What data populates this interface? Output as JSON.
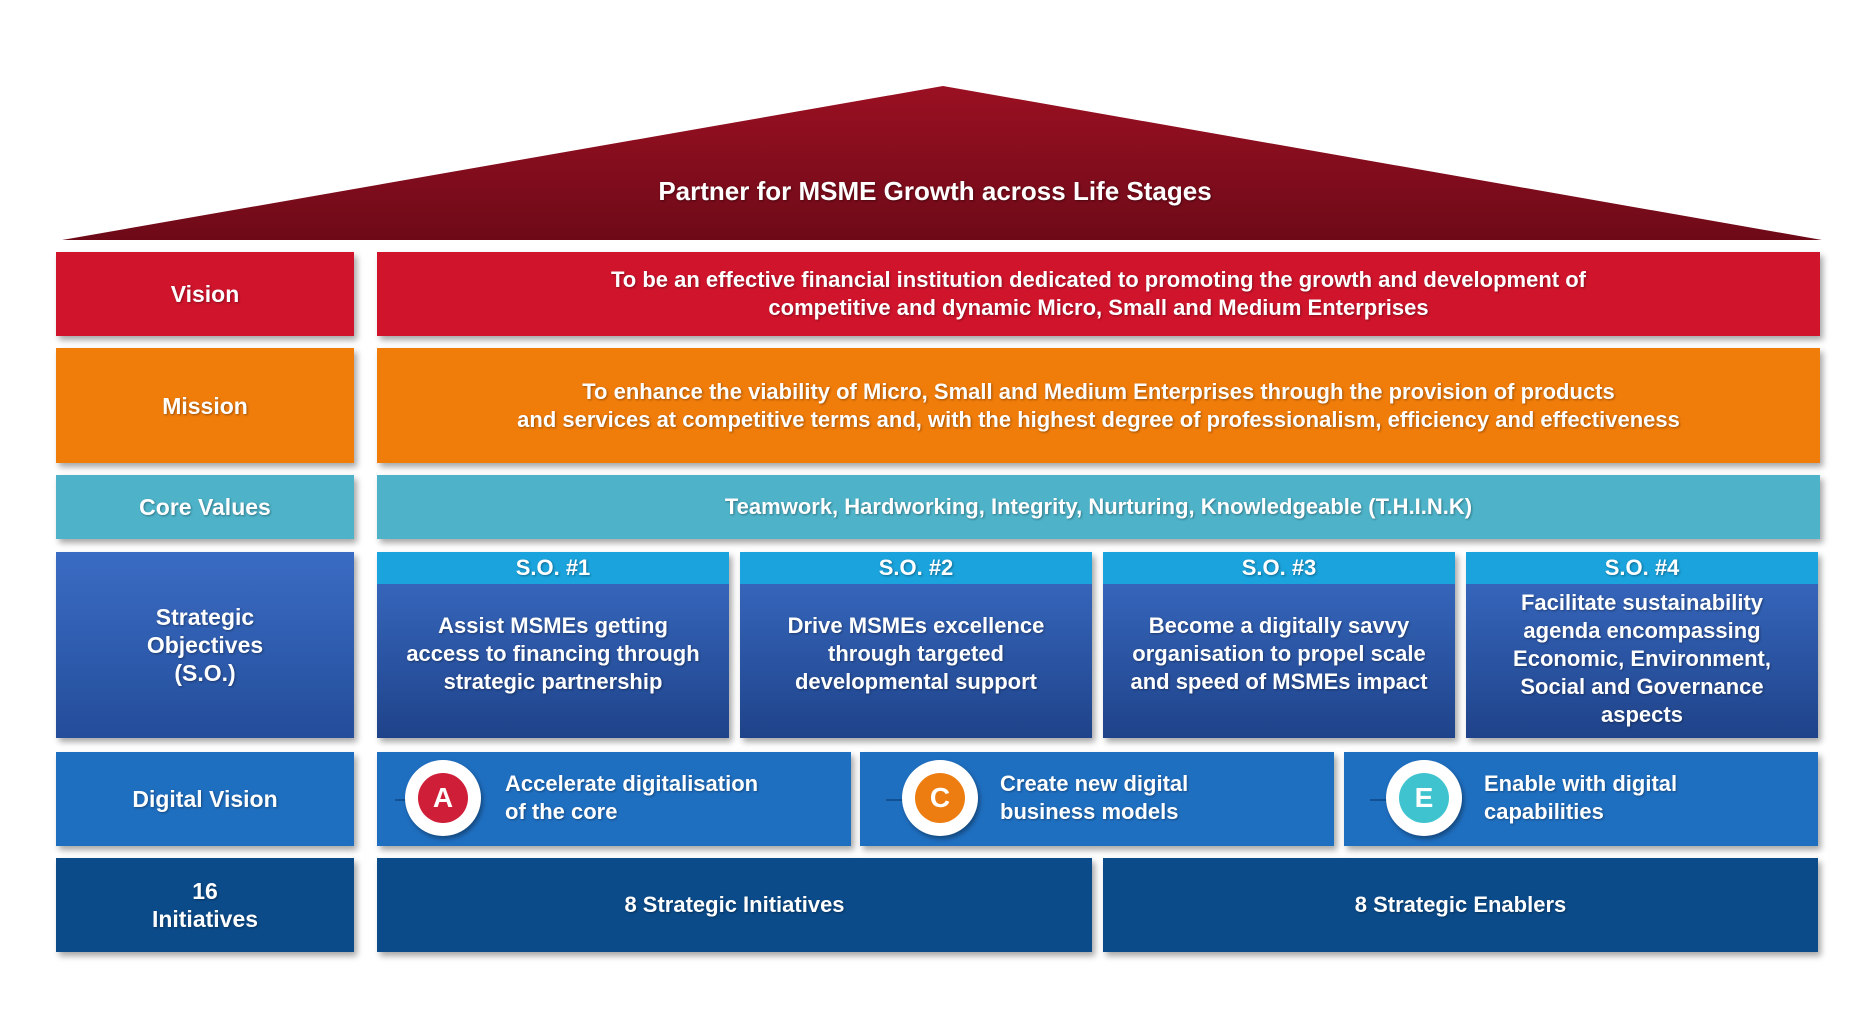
{
  "roof_title": "Partner for MSME Growth across Life Stages",
  "vision": {
    "label": "Vision",
    "line1": "To be an effective financial institution dedicated to promoting the growth and development of",
    "line2": "competitive and dynamic Micro, Small and Medium Enterprises"
  },
  "mission": {
    "label": "Mission",
    "line1": "To enhance the viability of Micro, Small and Medium Enterprises through the provision of products",
    "line2": "and services at competitive terms and, with the highest degree of professionalism, efficiency and effectiveness"
  },
  "core_values": {
    "label": "Core Values",
    "text": "Teamwork, Hardworking, Integrity, Nurturing, Knowledgeable (T.H.I.N.K)"
  },
  "strategic_objectives": {
    "label_lines": [
      "Strategic",
      "Objectives",
      "(S.O.)"
    ],
    "items": [
      {
        "title": "S.O. #1",
        "lines": [
          "Assist MSMEs getting",
          "access to financing through",
          "strategic partnership"
        ]
      },
      {
        "title": "S.O. #2",
        "lines": [
          "Drive MSMEs excellence",
          "through targeted",
          "developmental support"
        ]
      },
      {
        "title": "S.O. #3",
        "lines": [
          "Become a digitally savvy",
          "organisation to propel scale",
          "and speed of MSMEs impact"
        ]
      },
      {
        "title": "S.O. #4",
        "lines": [
          "Facilitate sustainability",
          "agenda encompassing",
          "Economic, Environment,",
          "Social and Governance",
          "aspects"
        ]
      }
    ]
  },
  "digital_vision": {
    "label": "Digital Vision",
    "items": [
      {
        "letter": "A",
        "lines": [
          "Accelerate digitalisation",
          "of the core"
        ],
        "color": "#cf1f38"
      },
      {
        "letter": "C",
        "lines": [
          "Create new digital",
          "business models"
        ],
        "color": "#ee7d11"
      },
      {
        "letter": "E",
        "lines": [
          "Enable with digital",
          "capabilities"
        ],
        "color": "#3fc4cf"
      }
    ]
  },
  "initiatives": {
    "label_lines": [
      "16",
      "Initiatives"
    ],
    "items": [
      "8 Strategic Initiatives",
      "8 Strategic Enablers"
    ]
  },
  "colors": {
    "roof": "#8a0f1f",
    "vision": "#d0142c",
    "mission": "#f07c0a",
    "core_values": "#4eb3c9",
    "strategic": "#2f5fb3",
    "so_header": "#1aa3dc",
    "digital_vision": "#1f6fc1",
    "initiatives": "#0b4b8a"
  }
}
